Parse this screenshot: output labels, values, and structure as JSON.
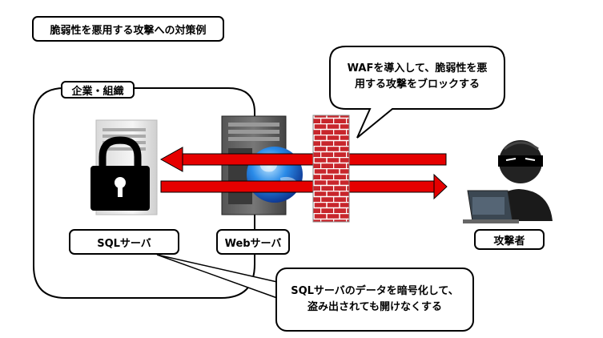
{
  "title": "脆弱性を悪用する攻撃への対策例",
  "org_label": "企業・組織",
  "sql_server_label": "SQLサーバ",
  "web_server_label": "Webサーバ",
  "attacker_label": "攻撃者",
  "waf_note": [
    "WAFを導入して、脆弱性を悪",
    "用する攻撃をブロックする"
  ],
  "sql_note": [
    "SQLサーバのデータを暗号化して、",
    "盗み出されても開けなくする"
  ],
  "colors": {
    "arrow": "#e60000",
    "brick": "#c8262c",
    "mortar": "#ffffff",
    "server_dark": "#333333",
    "globe": "#1e6fd9"
  }
}
